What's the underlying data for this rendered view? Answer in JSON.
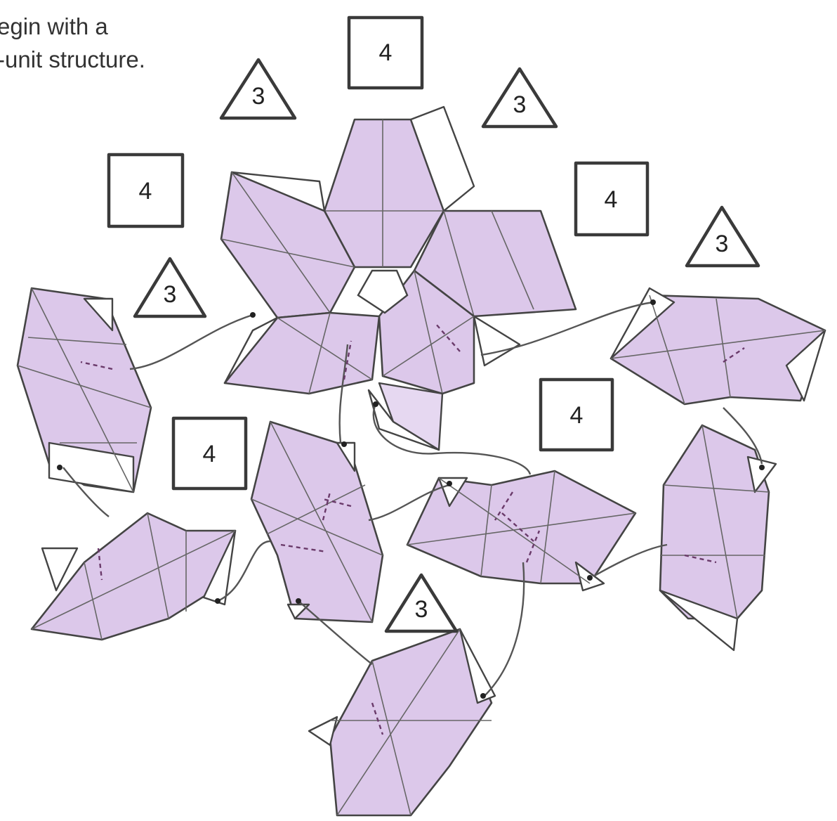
{
  "caption": {
    "line1": "egin with a",
    "line2": "-unit structure."
  },
  "markers": [
    {
      "shape": "square",
      "label": "4"
    },
    {
      "shape": "triangle",
      "label": "3"
    },
    {
      "shape": "triangle",
      "label": "3"
    },
    {
      "shape": "square",
      "label": "4"
    },
    {
      "shape": "square",
      "label": "4"
    },
    {
      "shape": "triangle",
      "label": "3"
    },
    {
      "shape": "triangle",
      "label": "3"
    },
    {
      "shape": "square",
      "label": "4"
    },
    {
      "shape": "square",
      "label": "4"
    },
    {
      "shape": "triangle",
      "label": "3"
    }
  ],
  "colors": {
    "unit_fill": "#dcc8ea",
    "outline": "#444444"
  }
}
